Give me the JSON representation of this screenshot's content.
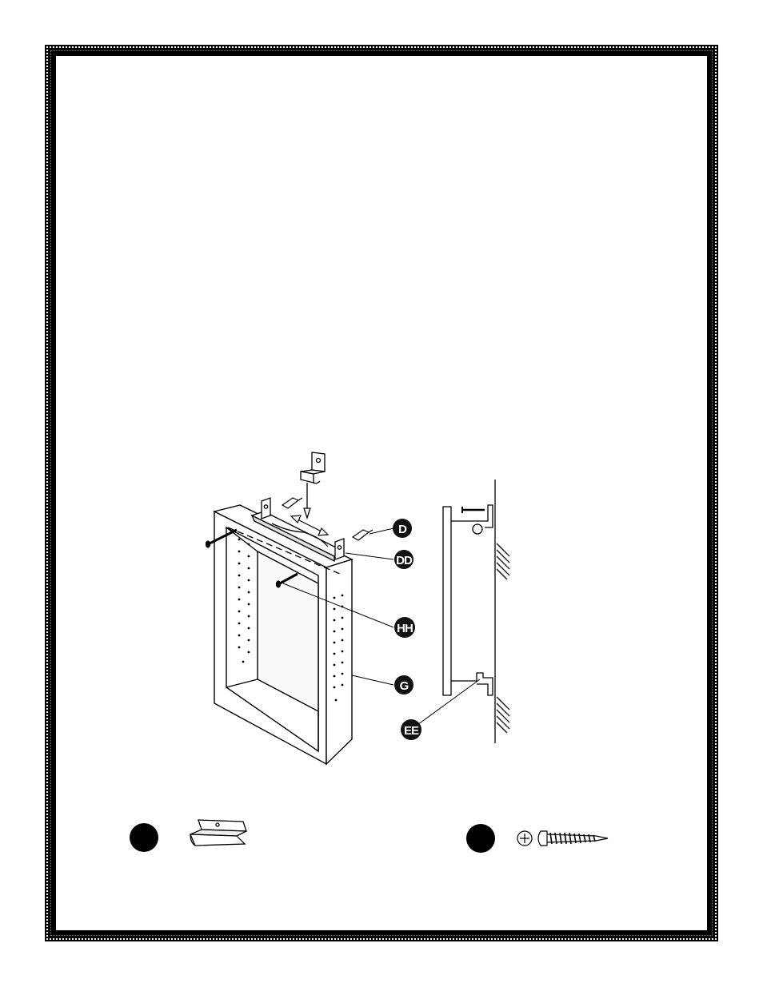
{
  "callouts": {
    "d": "D",
    "dd": "DD",
    "hh": "HH",
    "g": "G",
    "ee": "EE"
  },
  "parts_legend": {
    "left_item_icon": "z-bracket-icon",
    "right_item_icon": "pan-head-screw-icon"
  },
  "colors": {
    "ink": "#000000",
    "paper": "#ffffff",
    "shade": "#e6e6e6"
  }
}
